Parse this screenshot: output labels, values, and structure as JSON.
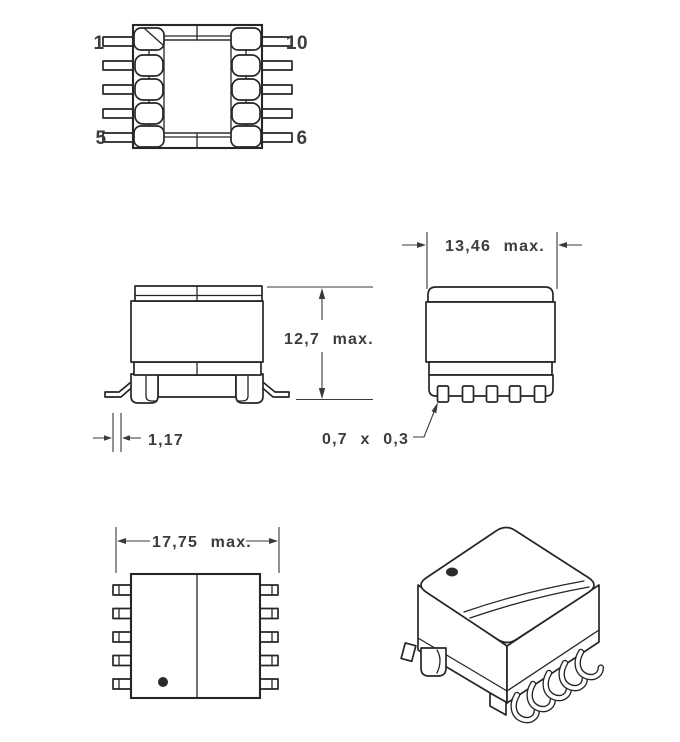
{
  "drawing": {
    "description": "SMD transformer package outline drawing",
    "colors": {
      "line": "#262626",
      "text": "#3c3c3c",
      "background": "#ffffff"
    },
    "top_view": {
      "pin_top_left": "1",
      "pin_top_right": "10",
      "pin_bottom_left": "5",
      "pin_bottom_right": "6"
    },
    "side_view": {
      "height_dim": "12,7 max.",
      "lead_thickness_dim": "1,17"
    },
    "front_view": {
      "width_dim": "13,46 max.",
      "lead_size_dim": "0,7 x 0,3"
    },
    "bottom_view": {
      "width_dim": "17,75 max."
    }
  }
}
